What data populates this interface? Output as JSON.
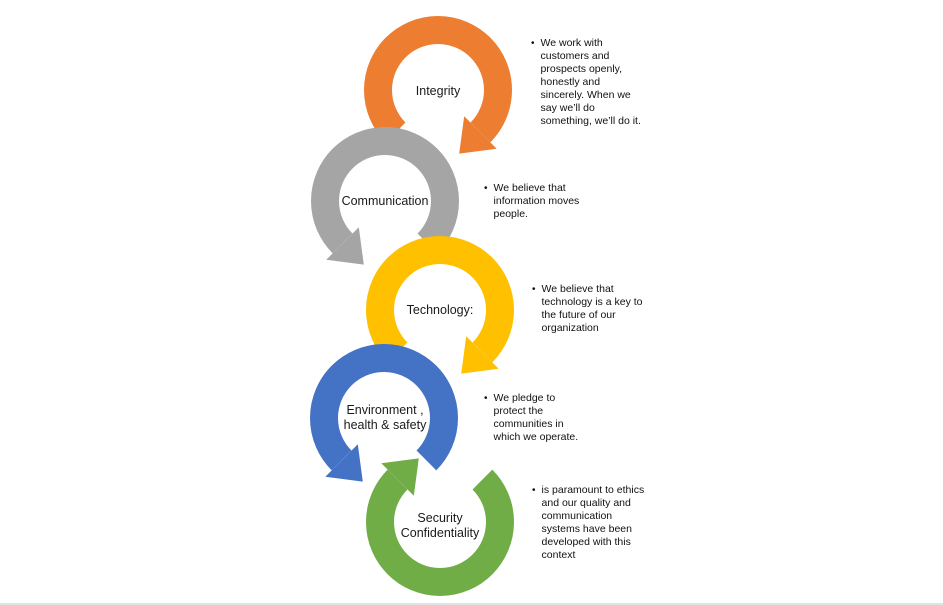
{
  "diagram": {
    "bullet_char": "•",
    "items": [
      {
        "label": "Integrity",
        "color": "#ED7D31",
        "bullet": "We work with customers and prospects openly, honestly and sincerely. When we say we’ll do something, we’ll do it."
      },
      {
        "label": "Communication",
        "color": "#A5A5A5",
        "bullet": "We believe that information moves people."
      },
      {
        "label": "Technology:",
        "color": "#FFC000",
        "bullet": "We believe that technology is a key to the future of our organization"
      },
      {
        "label": "Environment , health & safety",
        "color": "#4472C4",
        "bullet": "We pledge to protect the communities in which we operate."
      },
      {
        "label": "Security Confidentiality",
        "color": "#70AD47",
        "bullet": "is paramount to ethics and our quality and communication systems have been developed with this context"
      }
    ]
  }
}
